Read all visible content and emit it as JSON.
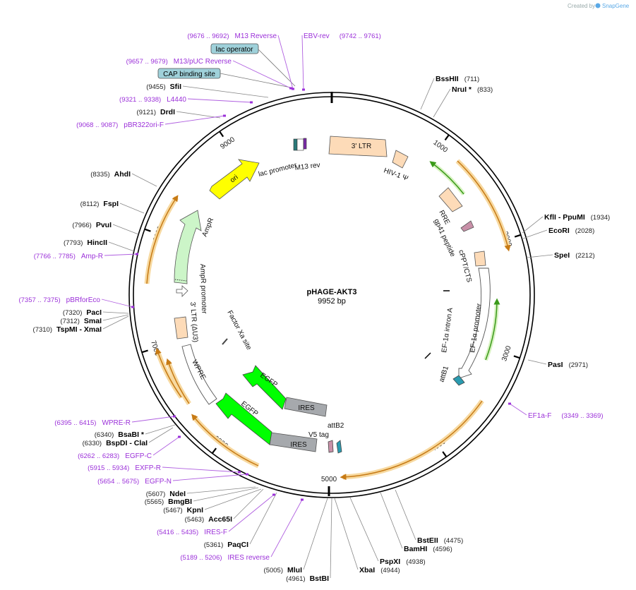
{
  "brand": {
    "created_by": "Created by",
    "product": "SnapGene"
  },
  "plasmid": {
    "name": "pHAGE-AKT3",
    "size_label": "9952 bp",
    "length": 9952
  },
  "ticks": [
    "1000",
    "2000",
    "3000",
    "4000",
    "5000",
    "6000",
    "7000",
    "8000",
    "9000"
  ],
  "sites": [
    {
      "name": "BssHII",
      "pos": "(711)"
    },
    {
      "name": "NruI *",
      "pos": "(833)"
    },
    {
      "name": "KflI",
      "sep": "- PpuMI",
      "pos": "(1934)"
    },
    {
      "name": "EcoRI",
      "pos": "(2028)"
    },
    {
      "name": "SpeI",
      "pos": "(2212)"
    },
    {
      "name": "PasI",
      "pos": "(2971)"
    },
    {
      "name": "BstEII",
      "pos": "(4475)"
    },
    {
      "name": "BamHI",
      "pos": "(4596)"
    },
    {
      "name": "PspXI",
      "pos": "(4938)"
    },
    {
      "name": "XbaI",
      "pos": "(4944)"
    },
    {
      "name": "MluI",
      "pos": "(5005)"
    },
    {
      "name": "BstBI",
      "pos": "(4961)"
    },
    {
      "name": "PaqCI",
      "pos": "(5361)"
    },
    {
      "name": "Acc65I",
      "pos": "(5463)"
    },
    {
      "name": "KpnI",
      "pos": "(5467)"
    },
    {
      "name": "BmgBI",
      "pos": "(5565)"
    },
    {
      "name": "NdeI",
      "pos": "(5607)"
    },
    {
      "name": "BspDI",
      "sep": "- ClaI",
      "pos": "(6330)"
    },
    {
      "name": "BsaBI *",
      "pos": "(6340)"
    },
    {
      "name": "TspMI",
      "sep": "- XmaI",
      "pos": "(7310)"
    },
    {
      "name": "SmaI",
      "pos": "(7312)"
    },
    {
      "name": "PacI",
      "pos": "(7320)"
    },
    {
      "name": "HincII",
      "pos": "(7793)"
    },
    {
      "name": "PvuI",
      "pos": "(7966)"
    },
    {
      "name": "FspI",
      "pos": "(8112)"
    },
    {
      "name": "AhdI",
      "pos": "(8335)"
    },
    {
      "name": "DrdI",
      "pos": "(9121)"
    },
    {
      "name": "SfiI",
      "pos": "(9455)"
    }
  ],
  "primers": [
    {
      "name": "M13 Reverse",
      "range": "(9676 .. 9692)"
    },
    {
      "name": "EBV-rev",
      "range": "(9742 .. 9761)"
    },
    {
      "name": "M13/pUC Reverse",
      "range": "(9657 .. 9679)"
    },
    {
      "name": "L4440",
      "range": "(9321 .. 9338)"
    },
    {
      "name": "pBR322ori-F",
      "range": "(9068 .. 9087)"
    },
    {
      "name": "Amp-R",
      "range": "(7766 .. 7785)"
    },
    {
      "name": "pBRforEco",
      "range": "(7357 .. 7375)"
    },
    {
      "name": "WPRE-R",
      "range": "(6395 .. 6415)"
    },
    {
      "name": "EGFP-C",
      "range": "(6262 .. 6283)"
    },
    {
      "name": "EXFP-R",
      "range": "(5915 .. 5934)"
    },
    {
      "name": "EGFP-N",
      "range": "(5654 .. 5675)"
    },
    {
      "name": "IRES-F",
      "range": "(5416 .. 5435)"
    },
    {
      "name": "IRES reverse",
      "range": "(5189 .. 5206)"
    },
    {
      "name": "EF1a-F",
      "range": "(3349 .. 3369)"
    }
  ],
  "boxed_features": [
    "lac operator",
    "CAP binding site"
  ],
  "features": {
    "ltr3": "3' LTR",
    "hiv": "HIV-1 Ψ",
    "rre": "RRE",
    "gp41": "gp41 peptide",
    "cppt": "cPPT/CTS",
    "ef1a_promoter": "EF-1α promoter",
    "ef1a_intron": "EF-1α intron A",
    "attb1": "attB1",
    "attb2": "attB2",
    "v5": "V5 tag",
    "ires1": "IRES",
    "ires2": "IRES",
    "egfp1": "EGFP",
    "egfp2": "EGFP",
    "factor_xa": "Factor Xa site",
    "wpre": "WPRE",
    "ltr_d": "3' LTR (ΔU3)",
    "ampr_promoter": "AmpR promoter",
    "ampr": "AmpR",
    "ori": "ori",
    "lac_promoter": "lac promoter",
    "m13rev": "M13 rev"
  },
  "colors": {
    "enzyme": "#000000",
    "primer": "#9b30d9",
    "ori": "#ffff00",
    "ampr": "#ccf5c8",
    "egfp": "#00ff00",
    "ires": "#a6a9ad",
    "ltr": "#fddbb8",
    "orf": "#e89a3a",
    "pill": "#9fd1da"
  }
}
